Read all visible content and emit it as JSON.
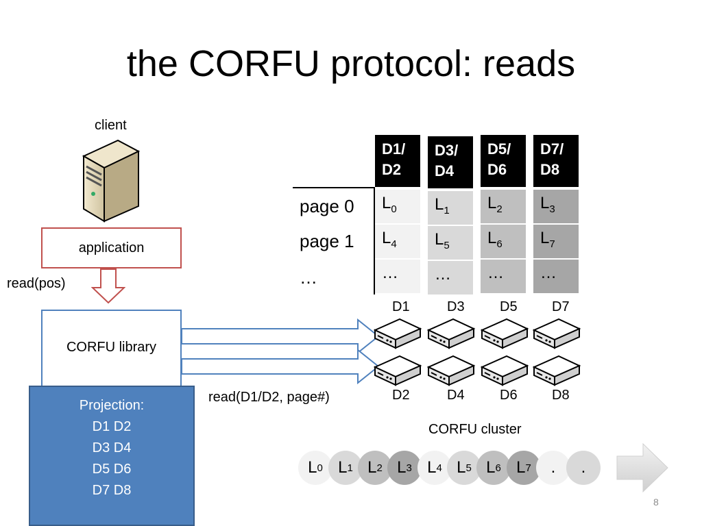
{
  "title": "the CORFU protocol: reads",
  "client_label": "client",
  "application_label": "application",
  "read_pos_label": "read(pos)",
  "library_label": "CORFU library",
  "projection": {
    "heading": "Projection:",
    "rows": [
      "D1 D2",
      "D3 D4",
      "D5 D6",
      "D7 D8"
    ]
  },
  "read_call_label": "read(D1/D2, page#)",
  "table": {
    "columns": [
      {
        "line1": "D1/",
        "line2": "D2",
        "bg": "#f2f2f2"
      },
      {
        "line1": "D3/",
        "line2": "D4",
        "bg": "#d9d9d9"
      },
      {
        "line1": "D5/",
        "line2": "D6",
        "bg": "#bfbfbf"
      },
      {
        "line1": "D7/",
        "line2": "D8",
        "bg": "#a6a6a6"
      }
    ],
    "rows": [
      {
        "label": "page 0",
        "cells": [
          {
            "base": "L",
            "sub": "0"
          },
          {
            "base": "L",
            "sub": "1"
          },
          {
            "base": "L",
            "sub": "2"
          },
          {
            "base": "L",
            "sub": "3"
          }
        ]
      },
      {
        "label": "page 1",
        "cells": [
          {
            "base": "L",
            "sub": "4"
          },
          {
            "base": "L",
            "sub": "5"
          },
          {
            "base": "L",
            "sub": "6"
          },
          {
            "base": "L",
            "sub": "7"
          }
        ]
      },
      {
        "label": "…",
        "cells": [
          {
            "base": "…",
            "sub": ""
          },
          {
            "base": "…",
            "sub": ""
          },
          {
            "base": "…",
            "sub": ""
          },
          {
            "base": "…",
            "sub": ""
          }
        ]
      }
    ]
  },
  "disks_top": [
    "D1",
    "D3",
    "D5",
    "D7"
  ],
  "disks_bottom": [
    "D2",
    "D4",
    "D6",
    "D8"
  ],
  "cluster_label": "CORFU cluster",
  "log_entries": [
    {
      "base": "L",
      "sub": "0",
      "color": "#f2f2f2"
    },
    {
      "base": "L",
      "sub": "1",
      "color": "#d9d9d9"
    },
    {
      "base": "L",
      "sub": "2",
      "color": "#bfbfbf"
    },
    {
      "base": "L",
      "sub": "3",
      "color": "#a6a6a6"
    },
    {
      "base": "L",
      "sub": "4",
      "color": "#f2f2f2"
    },
    {
      "base": "L",
      "sub": "5",
      "color": "#d9d9d9"
    },
    {
      "base": "L",
      "sub": "6",
      "color": "#bfbfbf"
    },
    {
      "base": "L",
      "sub": "7",
      "color": "#a6a6a6"
    },
    {
      "base": ".",
      "sub": "",
      "color": "#f2f2f2"
    },
    {
      "base": ".",
      "sub": "",
      "color": "#d9d9d9"
    }
  ],
  "page_number": "8"
}
